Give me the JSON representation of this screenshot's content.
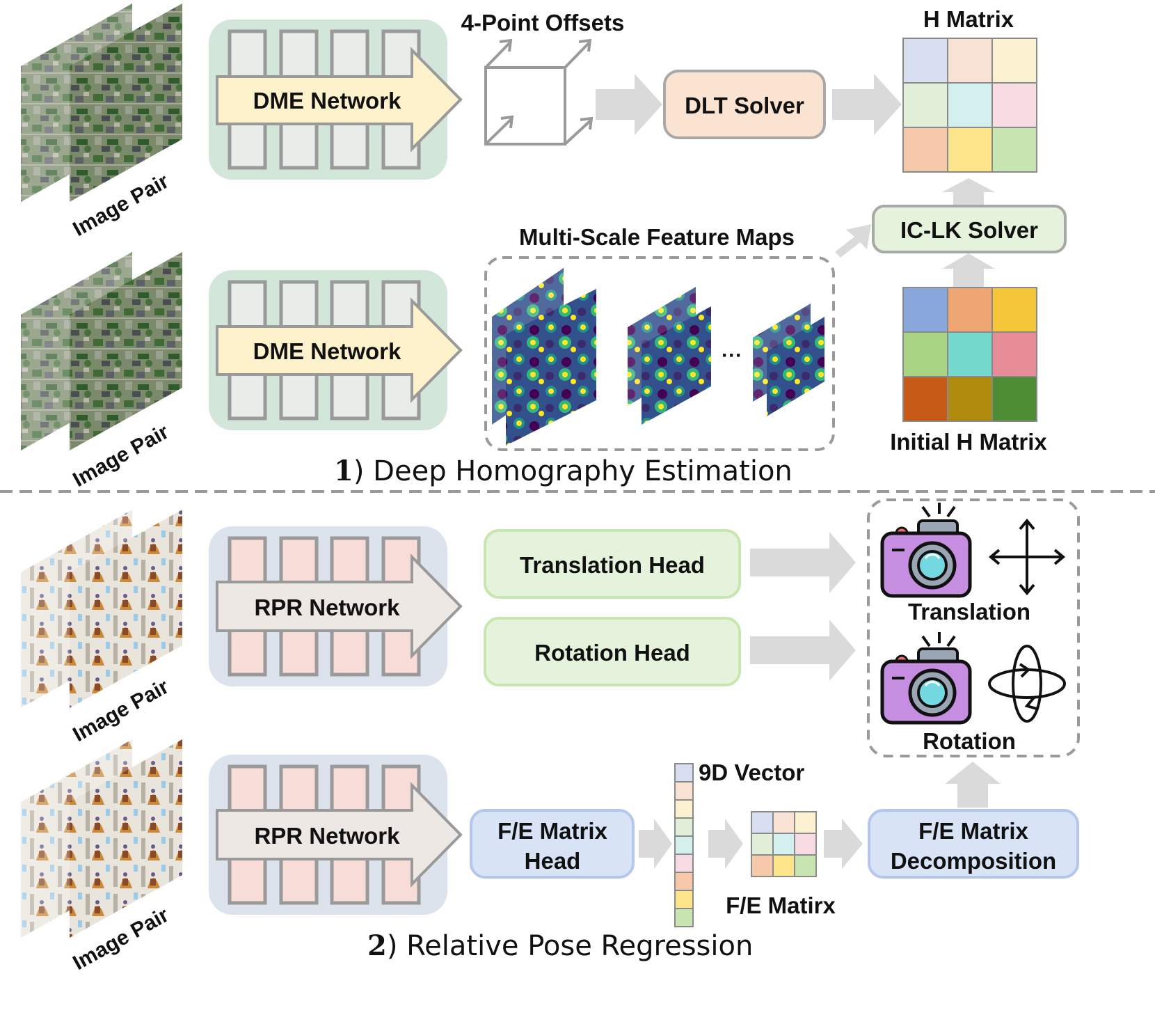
{
  "section1": {
    "caption_number": "1",
    "caption_paren": ")",
    "caption_text": " Deep Homography Estimation",
    "row_top": {
      "image_label": "Image Pair",
      "network_label": "DME Network",
      "offsets_label": "4-Point Offsets",
      "solver_label": "DLT Solver",
      "matrix_label": "H Matrix",
      "matrix_colors": [
        "#d6def0",
        "#f8e2d4",
        "#fbf0d0",
        "#e2efd8",
        "#d4f0ee",
        "#f6dbe2",
        "#f4c8a8",
        "#fce48a",
        "#c8e4b0"
      ]
    },
    "row_bottom": {
      "image_label": "Image Pair",
      "network_label": "DME Network",
      "features_label": "Multi-Scale Feature Maps",
      "ellipsis": "···",
      "solver_label": "IC-LK Solver",
      "matrix_label": "Initial H Matrix",
      "matrix_colors": [
        "#8aa7dc",
        "#efa673",
        "#f5c53a",
        "#a8d484",
        "#74d8cc",
        "#e88c98",
        "#c85a18",
        "#b08a0c",
        "#4e8c34"
      ]
    }
  },
  "section2": {
    "caption_number": "2",
    "caption_paren": ")",
    "caption_text": " Relative Pose Regression",
    "row_top": {
      "image_label": "Image Pair",
      "network_label": "RPR Network",
      "translation_head": "Translation Head",
      "rotation_head": "Rotation Head",
      "translation_label": "Translation",
      "rotation_label": "Rotation"
    },
    "row_bottom": {
      "image_label": "Image Pair",
      "network_label": "RPR Network",
      "head_line1": "F/E Matrix",
      "head_line2": "Head",
      "vector_label": "9D Vector",
      "vector_colors": [
        "#d6def0",
        "#f8e2d4",
        "#fbf0d0",
        "#e2efd8",
        "#d4f0ee",
        "#f6dbe2",
        "#f4c8a8",
        "#fce48a",
        "#c8e4b0"
      ],
      "matrix_label": "F/E Matirx",
      "matrix_colors": [
        "#d6def0",
        "#f8e2d4",
        "#fbf0d0",
        "#e2efd8",
        "#d4f0ee",
        "#f6dbe2",
        "#f4c8a8",
        "#fce48a",
        "#c8e4b0"
      ],
      "decomp_line1": "F/E Matrix",
      "decomp_line2": "Decomposition"
    }
  },
  "colors": {
    "dme_panel": "#d3e6da",
    "rpr_panel": "#dde3ec",
    "dme_cell": "#e8ede9",
    "rpr_cell": "#f7dcd8",
    "dme_arrow": "#fdf2cc",
    "rpr_arrow": "#ede8e3",
    "dlt_solver": "#fbe3d2",
    "green_box": "#e6f3dc",
    "blue_box": "#d8e3f6",
    "camera_body": "#c68ee0"
  }
}
